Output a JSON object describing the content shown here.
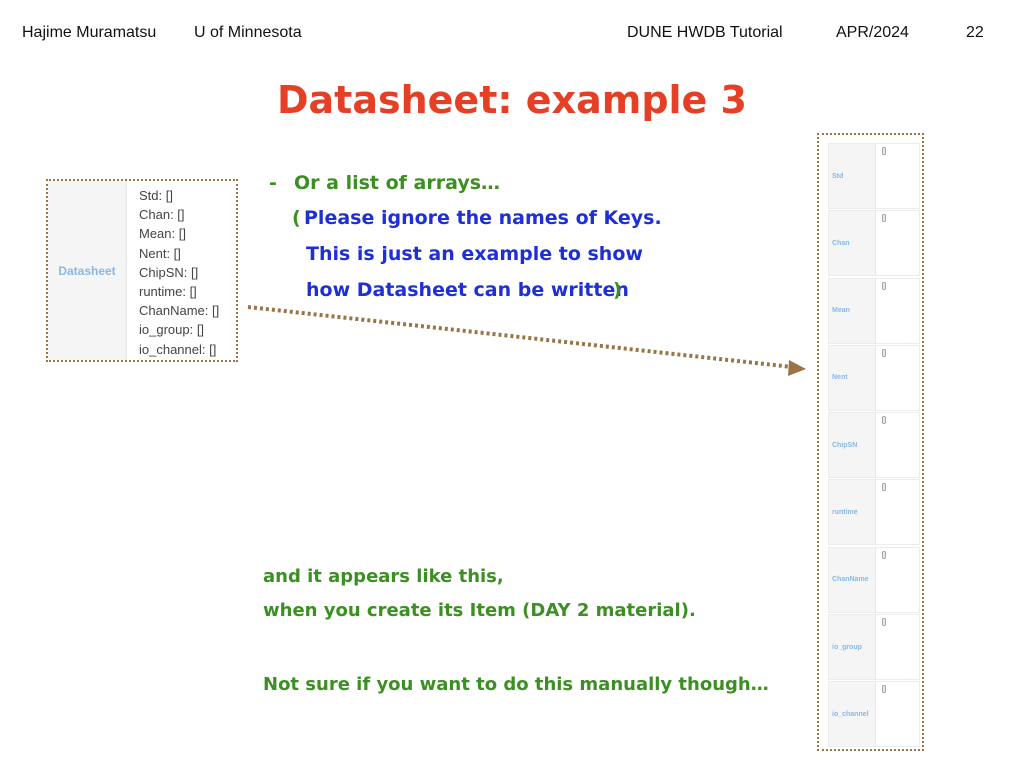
{
  "header": {
    "author": "Hajime Muramatsu",
    "institution": "U of Minnesota",
    "event": "DUNE HWDB Tutorial",
    "date": "APR/2024",
    "page": "22"
  },
  "title": "Datasheet: example 3",
  "datasheet_box": {
    "label": "Datasheet",
    "entries": [
      "Std: []",
      "Chan: []",
      "Mean: []",
      "Nent: []",
      "ChipSN: []",
      "runtime: []",
      "ChanName: []",
      "io_group: []",
      "io_channel: []"
    ]
  },
  "bullet": {
    "dash": "-",
    "line1": "Or a list of arrays…",
    "paren_open": "(",
    "line2": "Please ignore the names of Keys.",
    "line3": "This is just an example to show",
    "line4": "how Datasheet can be written",
    "paren_close": ")"
  },
  "notes": {
    "appears": "and it appears like this,",
    "create": "when you create its Item (DAY 2 material).",
    "manual": "Not sure if you want to do this manually though…"
  },
  "item_table": {
    "rows": [
      {
        "key": "Std",
        "value": "[]"
      },
      {
        "key": "Chan",
        "value": "[]"
      },
      {
        "key": "Mean",
        "value": "[]"
      },
      {
        "key": "Nent",
        "value": "[]"
      },
      {
        "key": "ChipSN",
        "value": "[]"
      },
      {
        "key": "runtime",
        "value": "[]"
      },
      {
        "key": "ChanName",
        "value": "[]"
      },
      {
        "key": "io_group",
        "value": "[]"
      },
      {
        "key": "io_channel",
        "value": "[]"
      }
    ]
  },
  "colors": {
    "title": "#e53f26",
    "green_text": "#3c8f22",
    "blue_text": "#1f2fd6",
    "dotted_border": "#9b7446",
    "key_label": "#8ab7e6"
  }
}
